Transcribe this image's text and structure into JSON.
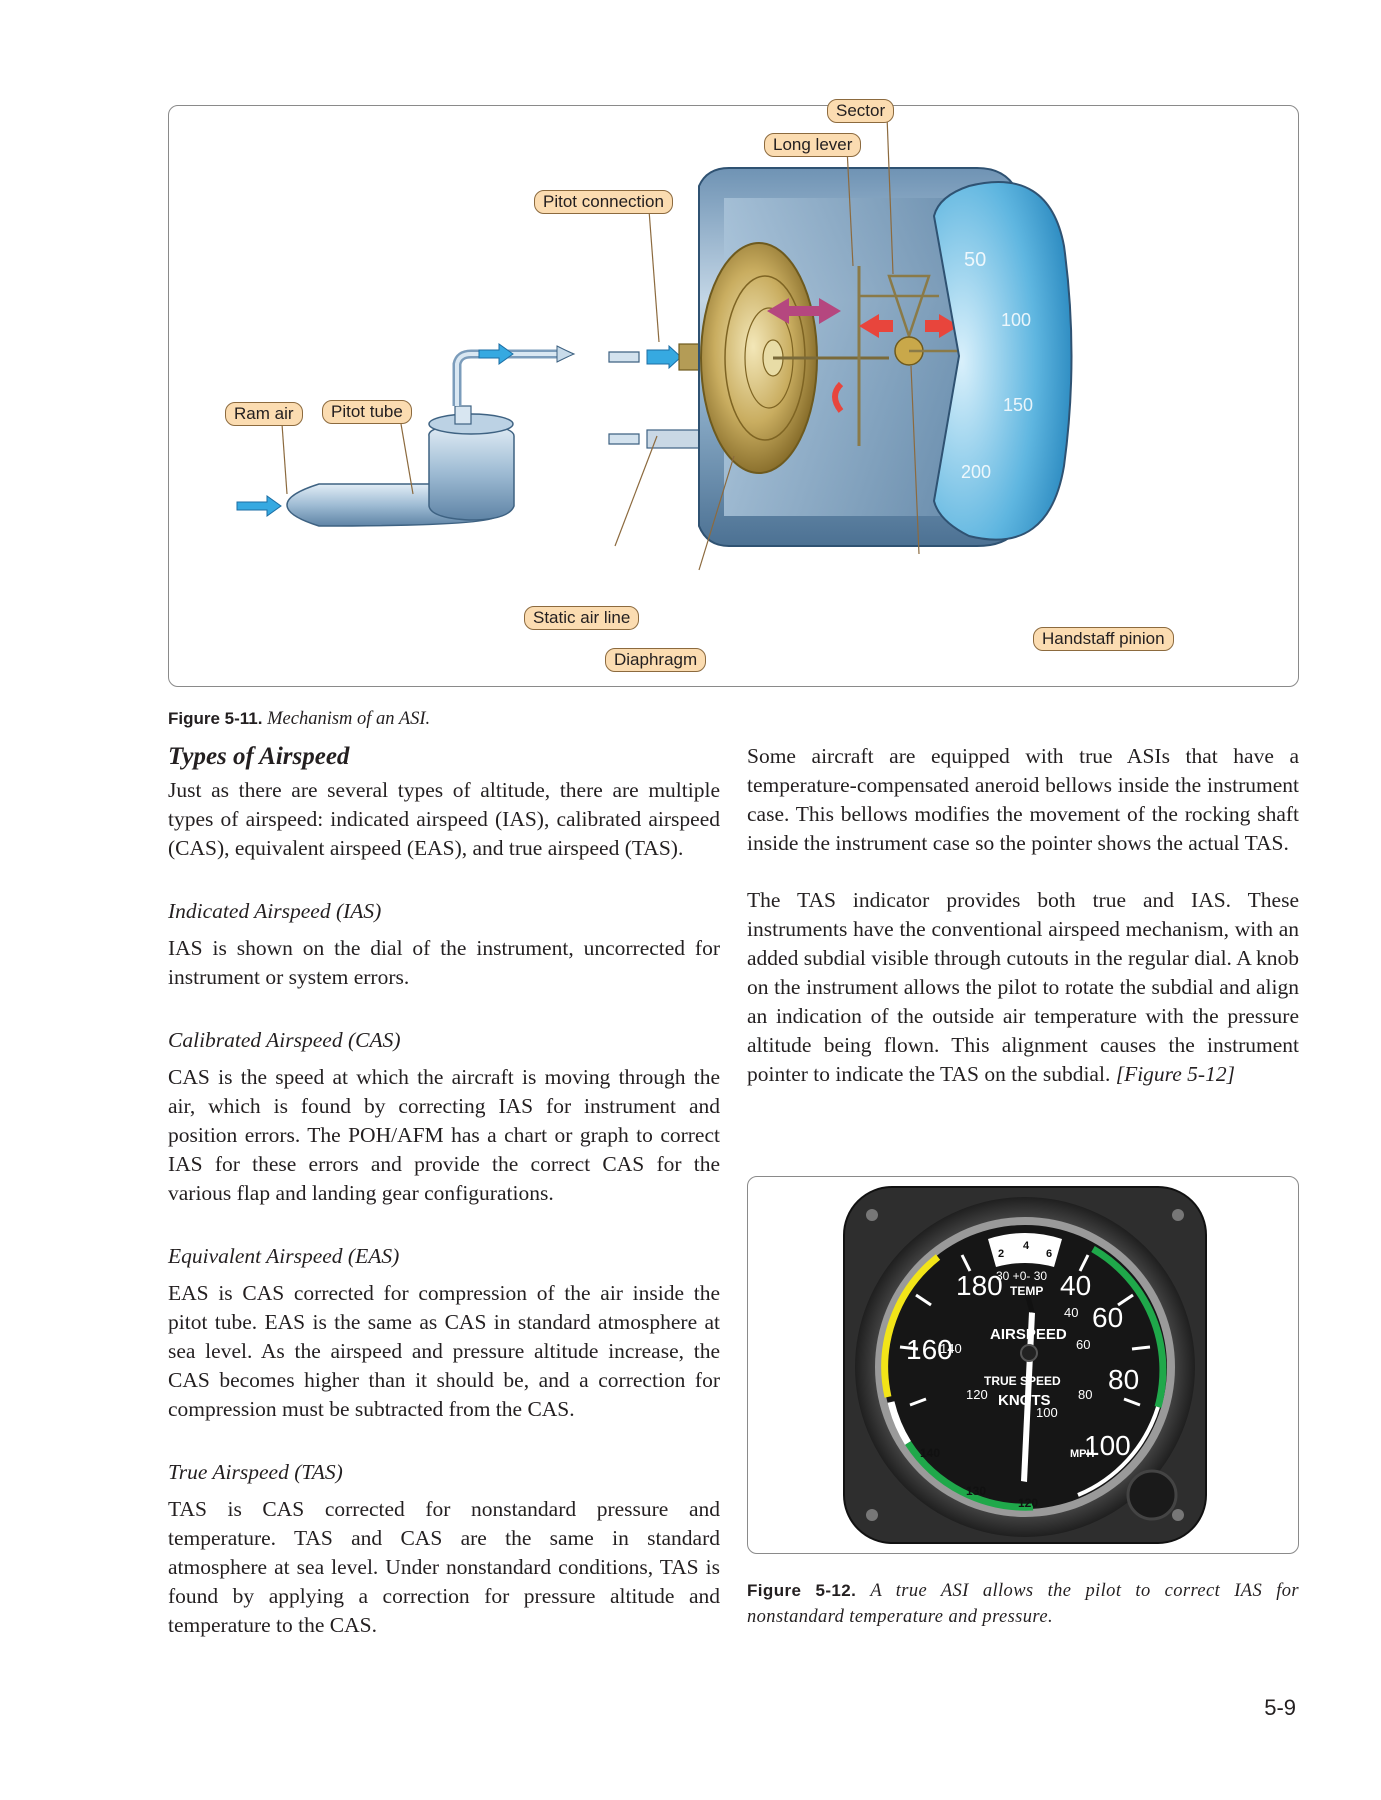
{
  "figure1": {
    "callouts": {
      "sector": "Sector",
      "long_lever": "Long lever",
      "pitot_connection": "Pitot connection",
      "ram_air": "Ram air",
      "pitot_tube": "Pitot tube",
      "static_air_line": "Static air line",
      "diaphragm": "Diaphragm",
      "handstaff_pinion": "Handstaff pinion"
    },
    "dial_numbers": [
      "50",
      "100",
      "150",
      "200"
    ],
    "caption_label": "Figure 5-11.",
    "caption_text": "Mechanism of an ASI."
  },
  "section": {
    "title": "Types of Airspeed",
    "intro": "Just as there are several types of altitude, there are multiple types of airspeed: indicated airspeed (IAS), calibrated airspeed (CAS), equivalent airspeed (EAS), and true airspeed (TAS).",
    "ias_heading": "Indicated Airspeed (IAS)",
    "ias_text": "IAS is shown on the dial of the instrument, uncorrected for instrument or system errors.",
    "cas_heading": "Calibrated Airspeed (CAS)",
    "cas_text": "CAS is the speed at which the aircraft is moving through the air, which is found by correcting IAS for instrument and position errors. The POH/AFM has a chart or graph to correct IAS for these errors and provide the correct CAS for the various flap and landing gear configurations.",
    "eas_heading": "Equivalent Airspeed (EAS)",
    "eas_text": "EAS is CAS corrected for compression of the air inside the pitot tube. EAS is the same as CAS in standard atmosphere at sea level. As the airspeed and pressure altitude increase, the CAS becomes higher than it should be, and a correction for compression must be subtracted from the CAS.",
    "tas_heading": "True Airspeed (TAS)",
    "tas_text": "TAS is CAS corrected for nonstandard pressure and temperature. TAS and CAS are the same in standard atmosphere at sea level. Under nonstandard conditions, TAS is found by applying a correction for pressure altitude and temperature to the CAS."
  },
  "right_column": {
    "para1": "Some aircraft are equipped with true ASIs that have a temperature-compensated aneroid bellows inside the instrument case. This bellows modifies the movement of the rocking shaft inside the instrument case so the pointer shows the actual TAS.",
    "para2": "The TAS indicator provides both true and IAS. These instruments have the conventional airspeed mechanism, with an added subdial visible through cutouts in the regular dial. A knob on the instrument allows the pilot to rotate the subdial and align an indication of the outside air temperature with the pressure altitude being flown. This alignment causes the instrument pointer to indicate the TAS on the subdial.",
    "para2_ref": "[Figure 5-12]"
  },
  "figure2": {
    "outer_numbers": [
      "60",
      "80",
      "100",
      "120",
      "140",
      "160",
      "180"
    ],
    "outer_large": [
      "180",
      "40",
      "60",
      "80",
      "100",
      "160"
    ],
    "inner_numbers": [
      "40",
      "60",
      "80",
      "100",
      "120",
      "140"
    ],
    "mph_ring": [
      "130",
      "120",
      "140"
    ],
    "temp_scale": [
      "2",
      "4",
      "6"
    ],
    "temp_marks": "30 +0- 30",
    "labels": {
      "temp": "TEMP",
      "airspeed": "AIRSPEED",
      "true_speed": "TRUE SPEED",
      "knots": "KNOTS",
      "mph": "MPH"
    },
    "caption_label": "Figure 5-12.",
    "caption_text": "A true ASI allows the pilot to correct IAS for nonstandard temperature and pressure."
  },
  "page_number": "5-9"
}
